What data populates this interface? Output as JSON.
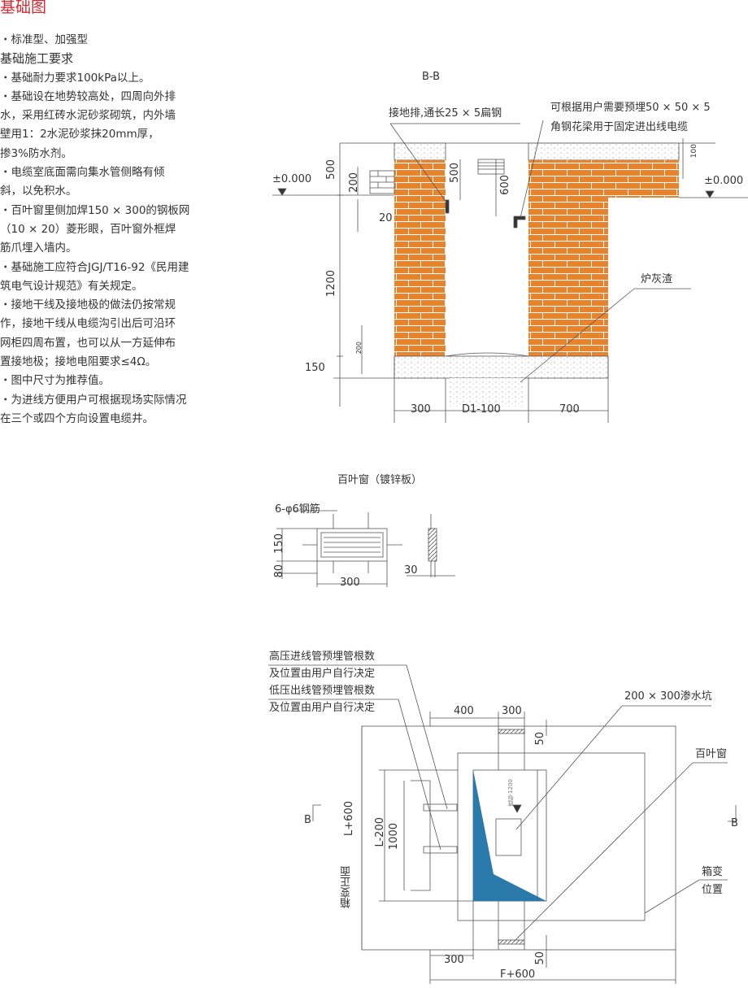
{
  "heading": "基础图",
  "notes": [
    {
      "text": "・标准型、加强型",
      "type": "bullet"
    },
    {
      "text": "基础施工要求",
      "type": "subheading"
    },
    {
      "text": "・基础耐力要求100kPa以上。",
      "type": "bullet"
    },
    {
      "text": "・基础设在地势较高处，四周向外排",
      "type": "bullet"
    },
    {
      "text": "水，采用红砖水泥砂浆砌筑，内外墙",
      "type": "cont"
    },
    {
      "text": "壁用1：2水泥砂浆抹20mm厚，",
      "type": "cont"
    },
    {
      "text": "掺3%防水剂。",
      "type": "cont"
    },
    {
      "text": "・电缆室底面需向集水管侧略有倾",
      "type": "bullet"
    },
    {
      "text": " 斜，以免积水。",
      "type": "cont"
    },
    {
      "text": "・百叶窗里侧加焊150 × 300的钢板网",
      "type": "bullet"
    },
    {
      "text": "（10 × 20）菱形眼，百叶窗外框焊",
      "type": "cont"
    },
    {
      "text": " 筋爪埋入墙内。",
      "type": "cont"
    },
    {
      "text": "・基础施工应符合JGJ/T16-92《民用建",
      "type": "bullet"
    },
    {
      "text": "筑电气设计规范》有关规定。",
      "type": "cont"
    },
    {
      "text": "・接地干线及接地极的做法仍按常规",
      "type": "bullet"
    },
    {
      "text": "作，接地干线从电缆沟引出后可沿环",
      "type": "cont"
    },
    {
      "text": "网柜四周布置，也可以从一方延伸布",
      "type": "cont"
    },
    {
      "text": "置接地极；接地电阻要求≤4Ω。",
      "type": "cont"
    },
    {
      "text": "・图中尺寸为推荐值。",
      "type": "bullet"
    },
    {
      "text": "・为进线方便用户可根据现场实际情况",
      "type": "bullet"
    },
    {
      "text": "在三个或四个方向设置电缆井。",
      "type": "cont"
    }
  ],
  "section_bb": {
    "title": "B-B",
    "ground_bar": "接地排,通长25 × 5扁钢",
    "angle_steel_1": "可根据用户需要预埋50 × 50 × 5",
    "angle_steel_2": "角钢花梁用于固定进出线电缆",
    "ash": "炉灰渣",
    "level_left": "±0.000",
    "level_right": "±0.000",
    "dims": {
      "d500": "500",
      "d200": "200",
      "d20": "20",
      "d1200": "1200",
      "d200b": "200",
      "d150": "150",
      "d500i": "500",
      "d600": "600",
      "d100": "100",
      "d300": "300",
      "dD1": "D1-100",
      "d700": "700"
    }
  },
  "louver": {
    "title": "百叶窗（镀锌板）",
    "rebar": "6-φ6钢筋",
    "d150": "150",
    "d80": "80",
    "d300": "300",
    "d30": "30"
  },
  "plan": {
    "hv_1": "高压进线管预埋管根数",
    "hv_2": "及位置由用户自行决定",
    "lv_1": "低压出线管预埋管根数",
    "lv_2": "及位置由用户自行决定",
    "pit": "200 × 300渗水坑",
    "louver": "百叶窗",
    "box_1": "箱变",
    "box_2": "位置",
    "front": "箱变正面",
    "bottom_mark": "底标-1200",
    "section_left": "B",
    "section_right": "B",
    "dims": {
      "d400": "400",
      "d300t": "300",
      "d50t": "50",
      "d50b": "50",
      "dL600": "L+600",
      "dL200": "L-200",
      "d1000": "1000",
      "d300b": "300",
      "dF600": "F+600"
    }
  },
  "colors": {
    "heading": "#d7282f",
    "brick": "#e9842e",
    "blue": "#2a7aab"
  }
}
